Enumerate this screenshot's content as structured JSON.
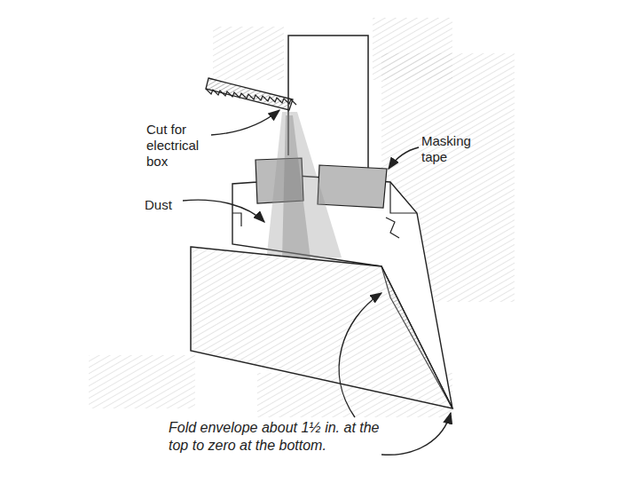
{
  "diagram": {
    "labels": [
      "Cut for electrical box",
      "Masking tape",
      "Dust",
      "Fold envelope about 1½ in. at the top to zero at the bottom."
    ]
  }
}
